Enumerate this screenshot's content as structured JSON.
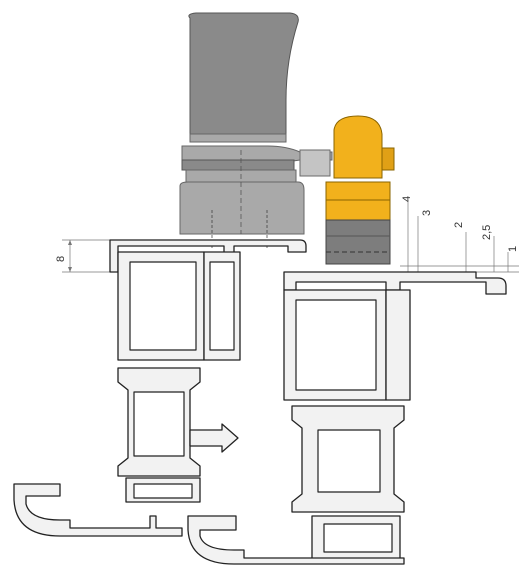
{
  "dimensions": {
    "left": "8",
    "d1": "4",
    "d2": "3",
    "d3": "2",
    "d4": "2,5",
    "d5": "1"
  },
  "colors": {
    "handle_gray": "#8a8a8a",
    "rose_gray": "#9c9c9c",
    "lock_yellow": "#f2b11c",
    "lock_gray": "#7d7d7d",
    "profile_stroke": "#222222"
  }
}
